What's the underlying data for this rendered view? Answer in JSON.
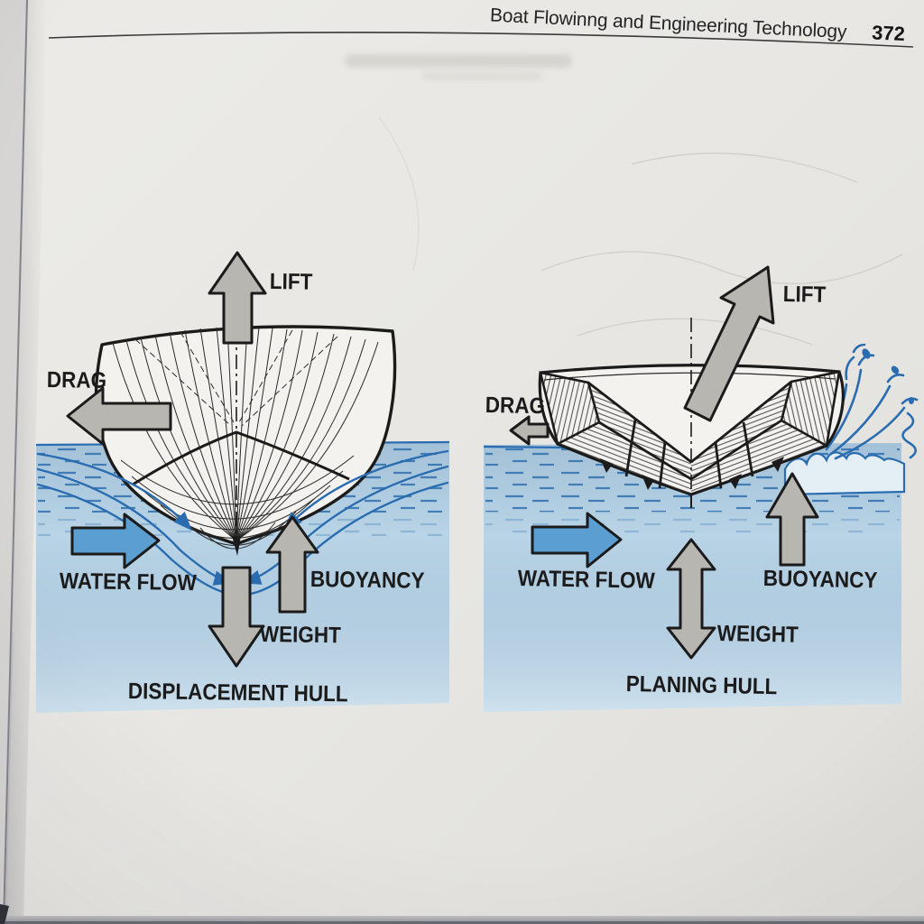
{
  "page": {
    "header": {
      "title": "Boat Flowinng and Engineering Technology",
      "page_number": "372"
    }
  },
  "figure": {
    "colors": {
      "water": "#b9d4e6",
      "water_line": "#2a6cb0",
      "flow_arrow": "#5b9ed2",
      "force_arrow": "#b7b6b1",
      "ink": "#1b1b1b",
      "hull_fill": "#f3f2ee",
      "foam": "#e3eef5"
    },
    "panels": [
      {
        "id": "displacement-hull",
        "caption": "DISPLACEMENT HULL",
        "labels": {
          "lift": "LIFT",
          "drag": "DRAG",
          "water_flow": "WATER FLOW",
          "buoyancy": "BUOYANCY",
          "weight": "WEIGHT"
        }
      },
      {
        "id": "planing-hull",
        "caption": "PLANING HULL",
        "labels": {
          "lift": "LIFT",
          "drag": "DRAG",
          "water_flow": "WATER FLOW",
          "buoyancy": "BUOYANCY",
          "weight": "WEIGHT"
        }
      }
    ]
  }
}
